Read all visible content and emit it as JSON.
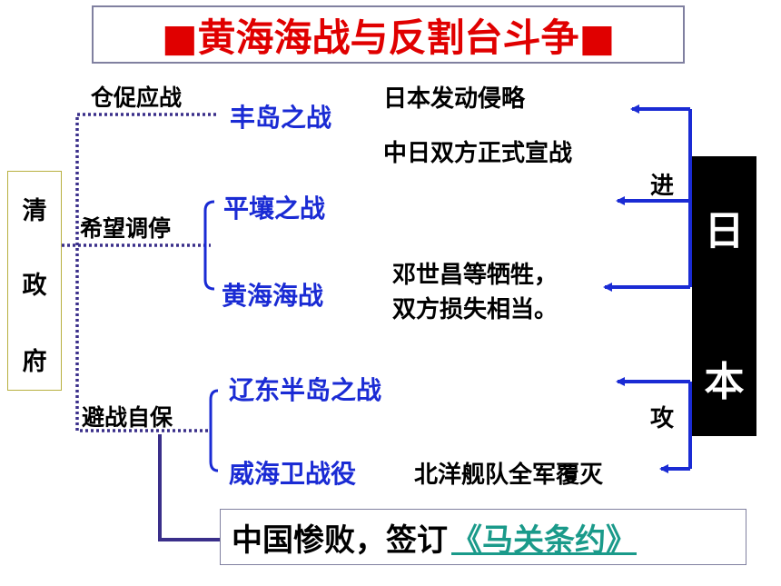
{
  "title": "■黄海海战与反割台斗争■",
  "qing": {
    "chars": [
      "清",
      "政",
      "府"
    ]
  },
  "japan": {
    "chars": [
      "日",
      "本"
    ]
  },
  "policies": {
    "p1": "仓促应战",
    "p2": "希望调停",
    "p3": "避战自保"
  },
  "battles": {
    "b1": "丰岛之战",
    "b2": "平壤之战",
    "b3": "黄海海战",
    "b4": "辽东半岛之战",
    "b5": "威海卫战役"
  },
  "notes": {
    "n1": "日本发动侵略",
    "n2": "中日双方正式宣战",
    "n3_line1": "邓世昌等牺牲，",
    "n3_line2": "双方损失相当。",
    "n4": "北洋舰队全军覆灭"
  },
  "directions": {
    "advance": "进",
    "attack": "攻"
  },
  "result": {
    "prefix": "中国惨败，签订",
    "treaty": "《马关条约》"
  },
  "colors": {
    "title": "#e00000",
    "battle": "#1a2bd4",
    "connector": "#1a2bd4",
    "link": "#1a9a8a"
  }
}
